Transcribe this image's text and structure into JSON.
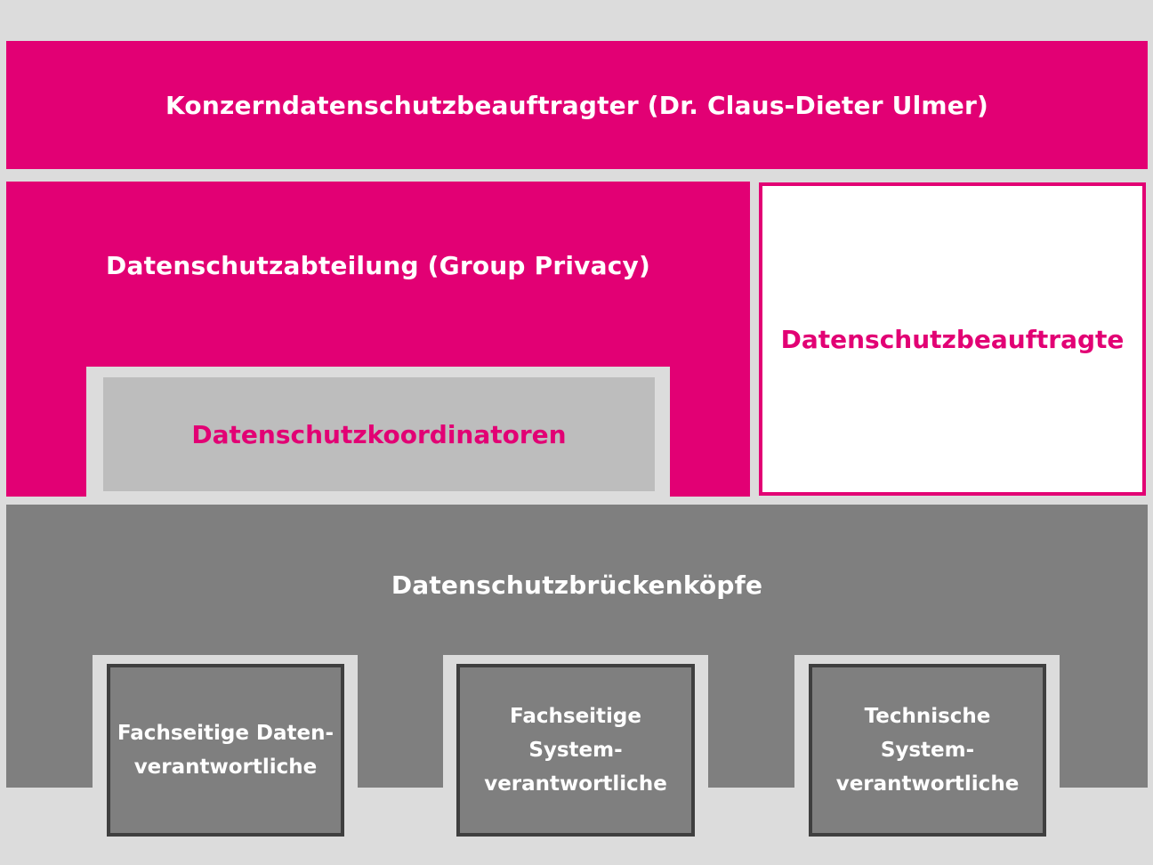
{
  "diagram": {
    "top": {
      "label": "Konzerndatenschutzbeauftragter (Dr. Claus-Dieter Ulmer)"
    },
    "privacy_department": {
      "label": "Datenschutzabteilung (Group Privacy)"
    },
    "coordinators": {
      "label": "Datenschutzkoordinatoren"
    },
    "data_protection_officers": {
      "label": "Datenschutzbeauftragte"
    },
    "bridgeheads": {
      "label": "Datenschutzbrückenköpfe"
    },
    "roles": [
      {
        "label": "Fachseitige Daten-\nverantwortliche"
      },
      {
        "label": "Fachseitige\nSystem-\nverantwortliche"
      },
      {
        "label": "Technische\nSystem-\nverantwortliche"
      }
    ],
    "colors": {
      "magenta": "#e20074",
      "gray_dark": "#7f7f7f",
      "gray_light": "#bdbdbd",
      "background": "#dcdcdc",
      "border_dark": "#3f3f3f"
    }
  }
}
